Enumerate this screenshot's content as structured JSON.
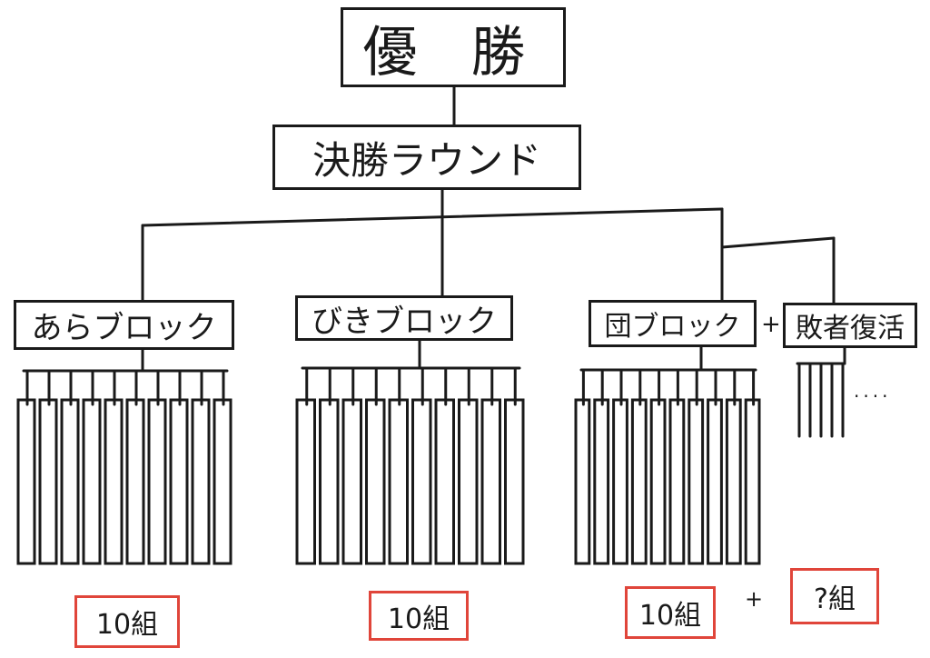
{
  "title": "優 勝",
  "final_round": "決勝ラウンド",
  "blocks": [
    {
      "name": "あらブロック",
      "count": "10組"
    },
    {
      "name": "びきブロック",
      "count": "10組"
    },
    {
      "name": "団ブロック",
      "count": "10組"
    }
  ],
  "plus": "+",
  "revival": {
    "name": "敗者復活",
    "count": "?組",
    "ellipsis": "...."
  },
  "colors": {
    "ink": "#1a1a1a",
    "count_box": "#e0453a"
  }
}
